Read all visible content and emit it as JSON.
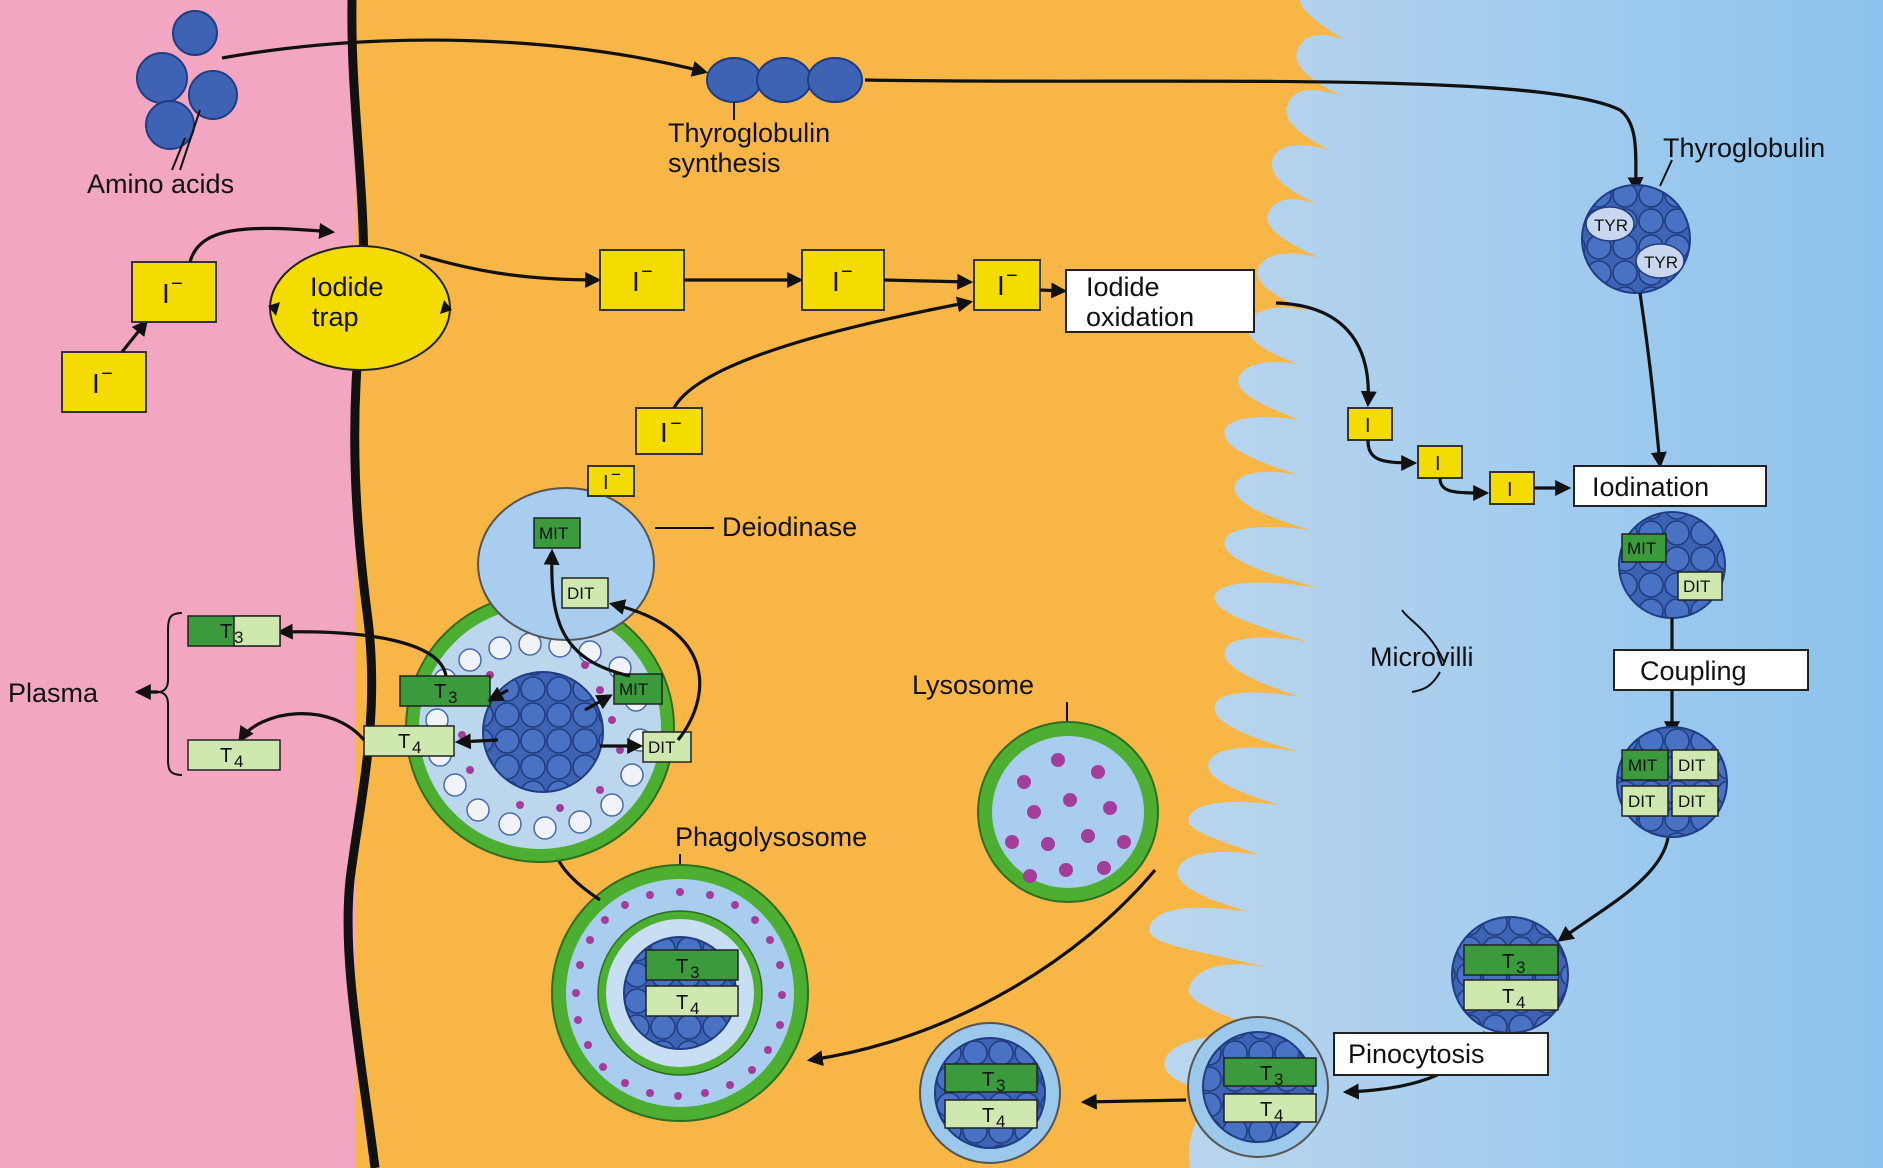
{
  "labels": {
    "amino_acids": "Amino acids",
    "thyroglobulin_synthesis_1": "Thyroglobulin",
    "thyroglobulin_synthesis_2": "synthesis",
    "thyroglobulin": "Thyroglobulin",
    "iodide_trap_1": "Iodide",
    "iodide_trap_2": "trap",
    "iodide_oxidation_1": "Iodide",
    "iodide_oxidation_2": "oxidation",
    "iodination": "Iodination",
    "coupling": "Coupling",
    "pinocytosis": "Pinocytosis",
    "deiodinase": "Deiodinase",
    "lysosome": "Lysosome",
    "phagolysosome": "Phagolysosome",
    "microvilli": "Microvilli",
    "plasma": "Plasma"
  },
  "ions": {
    "iodide": "I",
    "iodide_charge": "−",
    "iodine": "I"
  },
  "molecules": {
    "tyr": "TYR",
    "mit": "MIT",
    "dit": "DIT",
    "t": "T",
    "sub3": "3",
    "sub4": "4"
  },
  "colors": {
    "plasma_bg": "#f2a6c2",
    "cell_bg": "#f8b646",
    "colloid_bg": "#9cc8ec",
    "iodide_yellow": "#f5dc00",
    "thyroglobulin_blue": "#3e63b5",
    "t3_green": "#3a9a3c",
    "t4_lightgreen": "#cfe8b0",
    "lysosome_green": "#4caf32",
    "lysosome_dots": "#a33d9c"
  }
}
